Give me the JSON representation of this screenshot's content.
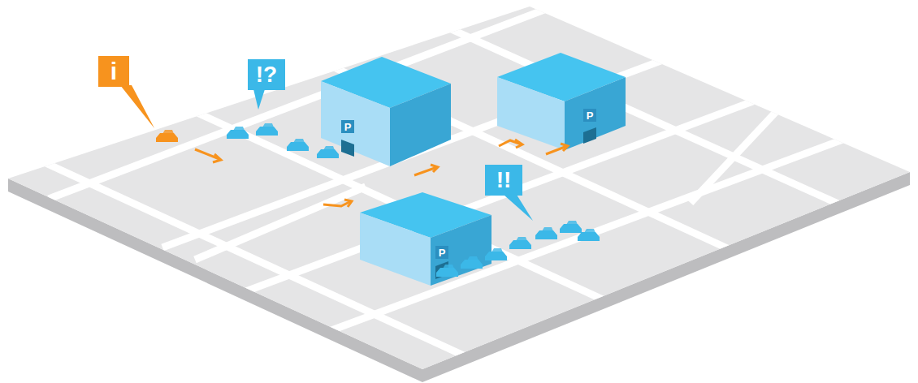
{
  "diagram": {
    "nodes": [
      {
        "text": [
          "i"
        ]
      },
      {
        "text": [
          "!?"
        ]
      },
      {
        "text": [
          "P"
        ]
      },
      {
        "text": [
          "P"
        ]
      },
      {
        "text": [
          "!!"
        ]
      },
      {
        "text": [
          "P"
        ]
      }
    ]
  }
}
